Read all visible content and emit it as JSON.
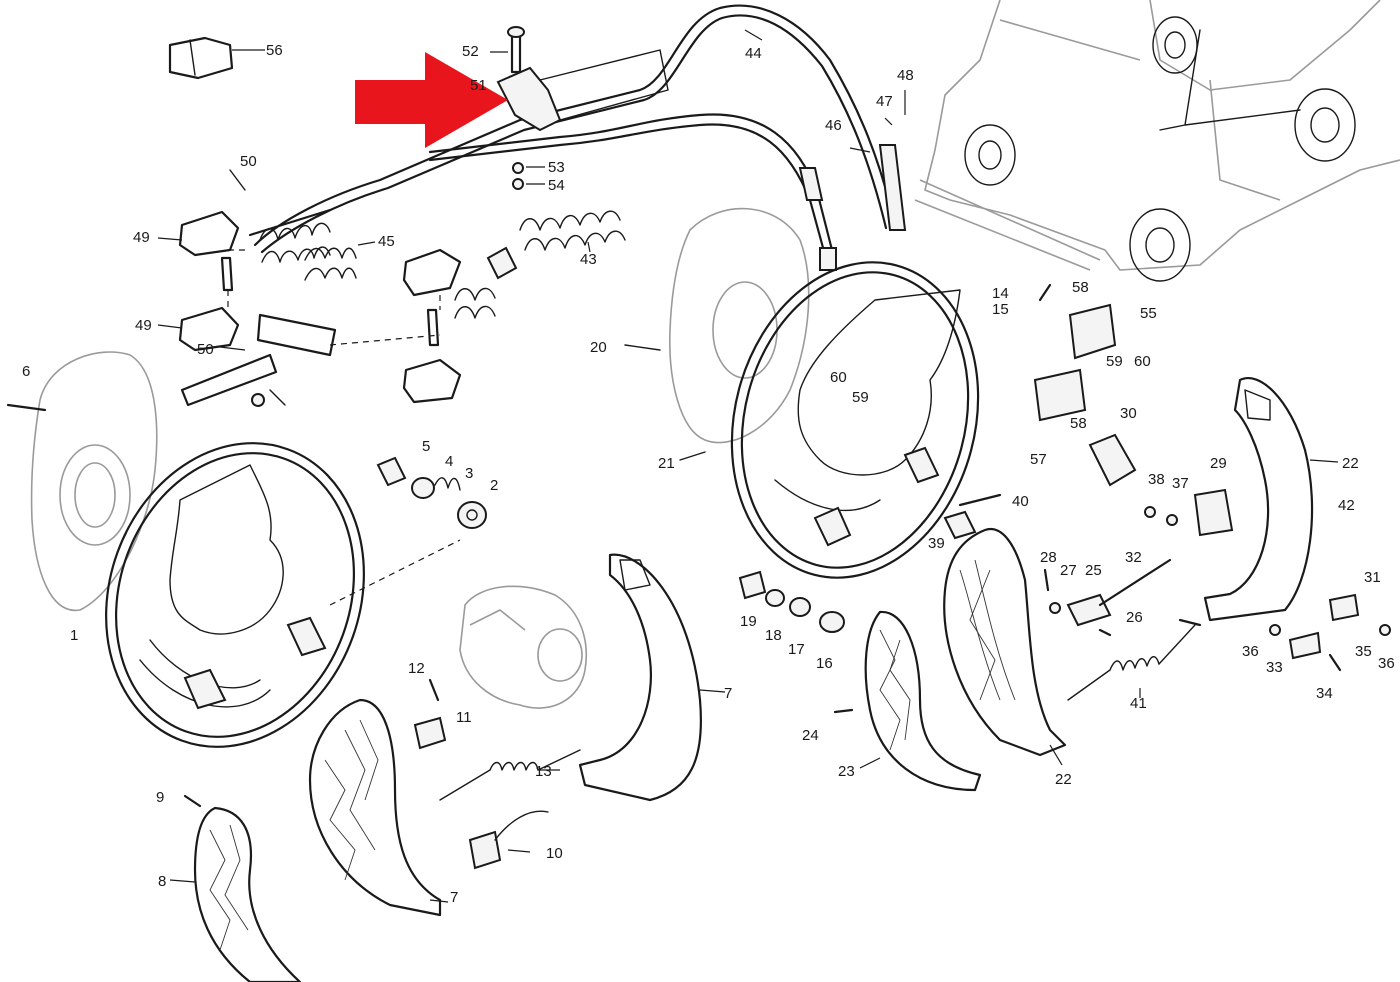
{
  "highlight": {
    "color": "#e8161c",
    "target_part": "51"
  },
  "colors": {
    "line": "#1a1a1a",
    "background": "#ffffff",
    "faded": "#9a9a9a"
  },
  "callouts": [
    {
      "id": "c56",
      "text": "56"
    },
    {
      "id": "c52",
      "text": "52"
    },
    {
      "id": "c51",
      "text": "51"
    },
    {
      "id": "c53",
      "text": "53"
    },
    {
      "id": "c54",
      "text": "54"
    },
    {
      "id": "c44",
      "text": "44"
    },
    {
      "id": "c48",
      "text": "48"
    },
    {
      "id": "c47",
      "text": "47"
    },
    {
      "id": "c46",
      "text": "46"
    },
    {
      "id": "c50a",
      "text": "50"
    },
    {
      "id": "c49a",
      "text": "49"
    },
    {
      "id": "c45",
      "text": "45"
    },
    {
      "id": "c43",
      "text": "43"
    },
    {
      "id": "c49b",
      "text": "49"
    },
    {
      "id": "c50b",
      "text": "50"
    },
    {
      "id": "c6",
      "text": "6"
    },
    {
      "id": "c20",
      "text": "20"
    },
    {
      "id": "c14",
      "text": "14"
    },
    {
      "id": "c15",
      "text": "15"
    },
    {
      "id": "c58a",
      "text": "58"
    },
    {
      "id": "c55",
      "text": "55"
    },
    {
      "id": "c60a",
      "text": "60"
    },
    {
      "id": "c59a",
      "text": "59"
    },
    {
      "id": "c59b",
      "text": "59"
    },
    {
      "id": "c60b",
      "text": "60"
    },
    {
      "id": "c30",
      "text": "30"
    },
    {
      "id": "c58b",
      "text": "58"
    },
    {
      "id": "c57",
      "text": "57"
    },
    {
      "id": "c22a",
      "text": "22"
    },
    {
      "id": "c29",
      "text": "29"
    },
    {
      "id": "c38",
      "text": "38"
    },
    {
      "id": "c37",
      "text": "37"
    },
    {
      "id": "c42",
      "text": "42"
    },
    {
      "id": "c5",
      "text": "5"
    },
    {
      "id": "c4",
      "text": "4"
    },
    {
      "id": "c3",
      "text": "3"
    },
    {
      "id": "c2",
      "text": "2"
    },
    {
      "id": "c21",
      "text": "21"
    },
    {
      "id": "c40",
      "text": "40"
    },
    {
      "id": "c39",
      "text": "39"
    },
    {
      "id": "c28",
      "text": "28"
    },
    {
      "id": "c27",
      "text": "27"
    },
    {
      "id": "c25",
      "text": "25"
    },
    {
      "id": "c32",
      "text": "32"
    },
    {
      "id": "c31",
      "text": "31"
    },
    {
      "id": "c1",
      "text": "1"
    },
    {
      "id": "c19",
      "text": "19"
    },
    {
      "id": "c18",
      "text": "18"
    },
    {
      "id": "c17",
      "text": "17"
    },
    {
      "id": "c16",
      "text": "16"
    },
    {
      "id": "c26",
      "text": "26"
    },
    {
      "id": "c36a",
      "text": "36"
    },
    {
      "id": "c33",
      "text": "33"
    },
    {
      "id": "c35",
      "text": "35"
    },
    {
      "id": "c36b",
      "text": "36"
    },
    {
      "id": "c34",
      "text": "34"
    },
    {
      "id": "c12",
      "text": "12"
    },
    {
      "id": "c11",
      "text": "11"
    },
    {
      "id": "c7a",
      "text": "7"
    },
    {
      "id": "c41",
      "text": "41"
    },
    {
      "id": "c24",
      "text": "24"
    },
    {
      "id": "c13",
      "text": "13"
    },
    {
      "id": "c23",
      "text": "23"
    },
    {
      "id": "c22b",
      "text": "22"
    },
    {
      "id": "c9",
      "text": "9"
    },
    {
      "id": "c10",
      "text": "10"
    },
    {
      "id": "c8",
      "text": "8"
    },
    {
      "id": "c7b",
      "text": "7"
    }
  ]
}
